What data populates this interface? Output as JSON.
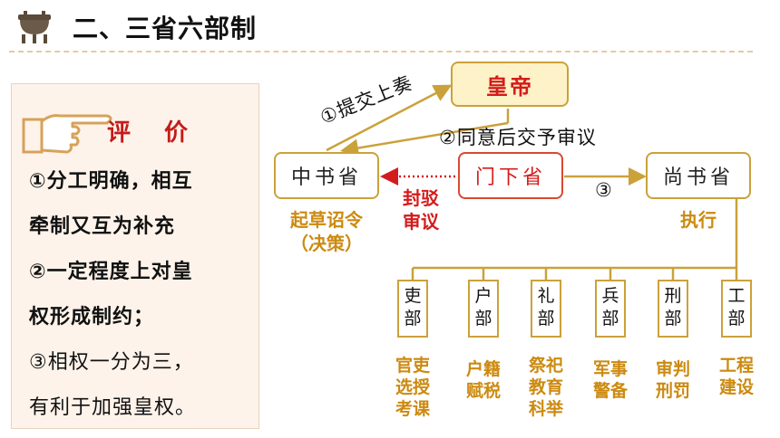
{
  "header": {
    "title": "二、三省六部制",
    "icon": "ancient-tripod-icon"
  },
  "evaluation": {
    "label": "评 价",
    "lines": [
      "①分工明确，相互",
      "牵制又互为补充",
      "②一定程度上对皇",
      "权形成制约；",
      "③相权一分为三，",
      "有利于加强皇权。"
    ]
  },
  "diagram": {
    "emperor": "皇帝",
    "zhongshu": "中书省",
    "menxia": "门下省",
    "shangshu": "尚书省",
    "step1": "①提交上奏",
    "step2": "②同意后交予审议",
    "step3": "③",
    "reject": [
      "封驳",
      "审议"
    ],
    "zhongshu_role": [
      "起草诏令",
      "（决策）"
    ],
    "shangshu_role": "执行",
    "ministries": [
      {
        "name": [
          "吏",
          "部"
        ],
        "duty": [
          "官吏",
          "选授",
          "考课"
        ]
      },
      {
        "name": [
          "户",
          "部"
        ],
        "duty": [
          "户籍",
          "赋税"
        ]
      },
      {
        "name": [
          "礼",
          "部"
        ],
        "duty": [
          "祭祀",
          "教育",
          "科举"
        ]
      },
      {
        "name": [
          "兵",
          "部"
        ],
        "duty": [
          "军事",
          "警备"
        ]
      },
      {
        "name": [
          "刑",
          "部"
        ],
        "duty": [
          "审判",
          "刑罚"
        ]
      },
      {
        "name": [
          "工",
          "部"
        ],
        "duty": [
          "工程",
          "建设"
        ]
      }
    ]
  }
}
